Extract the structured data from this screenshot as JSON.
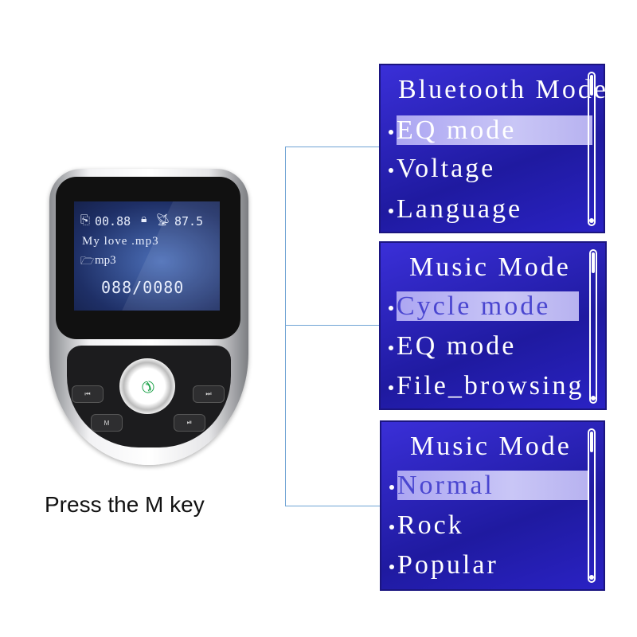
{
  "device": {
    "lcd": {
      "status": "00.88",
      "frequency": "87.5",
      "song": "My love .mp3",
      "folder": "mp3",
      "track": "088/0080"
    },
    "keys": {
      "prev": "⏮",
      "next": "⏭",
      "mode": "M",
      "play": "⏯"
    }
  },
  "caption": "Press the M key",
  "panels": [
    {
      "title": "Bluetooth Mode",
      "items": [
        "EQ mode",
        "Voltage",
        "Language"
      ],
      "selected": 0
    },
    {
      "title": "Music Mode",
      "items": [
        "Cycle mode",
        "EQ mode",
        "File_browsing"
      ],
      "selected": 0
    },
    {
      "title": "Music Mode",
      "items": [
        "Normal",
        "Rock",
        "Popular"
      ],
      "selected": 0
    }
  ],
  "colors": {
    "panel_bg": "#2a22c4",
    "connector": "#6fa3d4",
    "highlight": "#aca6f2",
    "selected_text": "#4a46d0"
  }
}
